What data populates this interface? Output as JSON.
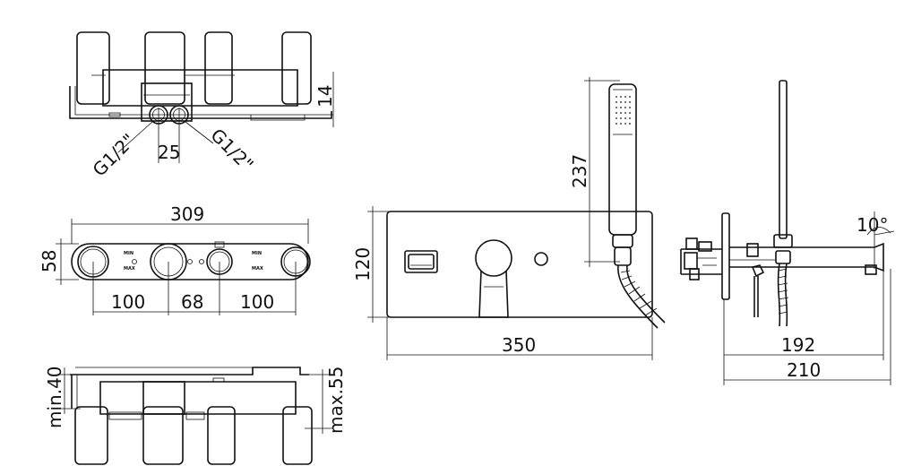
{
  "colors": {
    "line": "#111111",
    "background": "#ffffff"
  },
  "top_view": {
    "height_dim": "14",
    "thread_left": "G1/2\"",
    "thread_right": "G1/2\"",
    "spacing_dim": "25"
  },
  "front_body": {
    "overall_width": "309",
    "height_dim": "58",
    "seg_left": "100",
    "seg_mid": "68",
    "seg_right": "100",
    "min_label_1": "MIN",
    "max_label_1": "MAX",
    "min_label_2": "MIN",
    "max_label_2": "MAX"
  },
  "bottom_view": {
    "min_depth": "min.40",
    "max_depth": "max.55"
  },
  "plate_view": {
    "height_dim": "120",
    "width_dim": "350",
    "shower_height_dim": "237"
  },
  "side_view": {
    "angle_dim": "10°",
    "spout_dim": "192",
    "depth_dim": "210"
  }
}
